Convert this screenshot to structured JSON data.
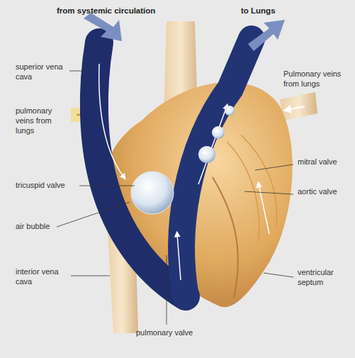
{
  "diagram": {
    "labels": [
      "from systemic circulation",
      "to Lungs",
      "superior vena cava",
      "pulmonary veins from lungs",
      "Pulmonary veins from lungs",
      "mitral valve",
      "tricuspid valve",
      "aortic valve",
      "air bubble",
      "interior vena cava",
      "ventricular septum",
      "pulmonary valve"
    ]
  }
}
